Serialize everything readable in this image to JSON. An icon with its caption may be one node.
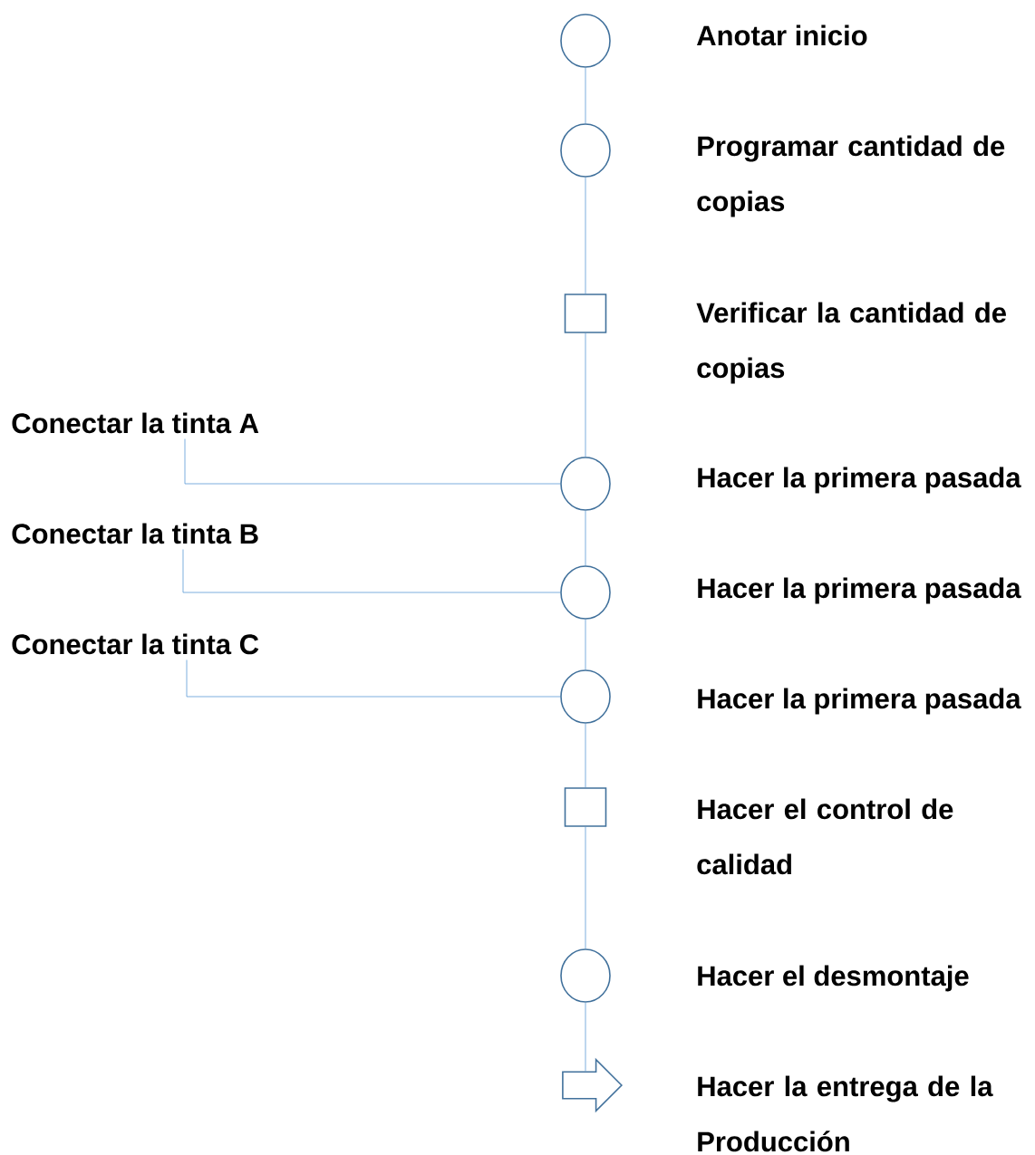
{
  "diagram": {
    "nodes": [
      {
        "text": [],
        "shape": "circle",
        "beside": [
          "Anotar inicio"
        ]
      },
      {
        "text": [],
        "shape": "circle",
        "beside": [
          "Programar cantidad de copias"
        ]
      },
      {
        "text": [],
        "shape": "box",
        "beside": [
          "Verificar la cantidad de copias"
        ]
      },
      {
        "text": [],
        "shape": "circle",
        "beside": [
          "Hacer la primera pasada"
        ]
      },
      {
        "text": [],
        "shape": "circle",
        "beside": [
          "Hacer la primera pasada"
        ]
      },
      {
        "text": [],
        "shape": "circle",
        "beside": [
          "Hacer la primera pasada"
        ]
      },
      {
        "text": [],
        "shape": "box",
        "beside": [
          "Hacer el control de calidad"
        ]
      },
      {
        "text": [],
        "shape": "circle",
        "beside": [
          "Hacer el desmontaje"
        ]
      },
      {
        "text": [],
        "shape": "arrow",
        "beside": [
          "Hacer la entrega de la Producción"
        ]
      },
      {
        "text": [
          "Conectar la tinta A"
        ]
      },
      {
        "text": [
          "Conectar la tinta B"
        ]
      },
      {
        "text": [
          "Conectar la tinta C"
        ]
      }
    ],
    "edges": [
      {
        "from": 0,
        "to": 1,
        "arrow": "none"
      },
      {
        "from": 1,
        "to": 2,
        "arrow": "none"
      },
      {
        "from": 2,
        "to": 3,
        "arrow": "none"
      },
      {
        "from": 3,
        "to": 4,
        "arrow": "none"
      },
      {
        "from": 4,
        "to": 5,
        "arrow": "none"
      },
      {
        "from": 5,
        "to": 6,
        "arrow": "none"
      },
      {
        "from": 6,
        "to": 7,
        "arrow": "none"
      },
      {
        "from": 7,
        "to": 8,
        "arrow": "none"
      },
      {
        "from": 9,
        "to": 3,
        "arrow": "none"
      },
      {
        "from": 10,
        "to": 4,
        "arrow": "none"
      },
      {
        "from": 11,
        "to": 5,
        "arrow": "none"
      }
    ]
  }
}
